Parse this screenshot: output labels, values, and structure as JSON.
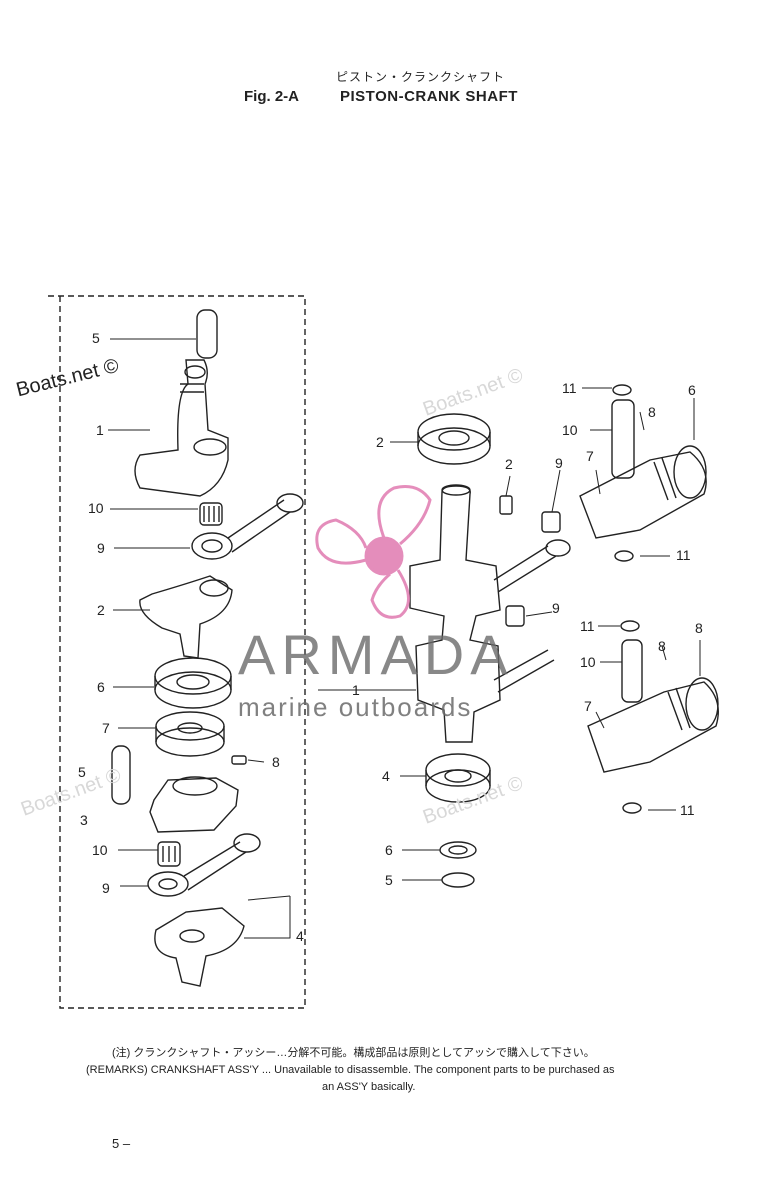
{
  "header": {
    "title_jp": "ピストン・クランクシャフト",
    "fig_label": "Fig. 2-A",
    "title_en": "PISTON-CRANK SHAFT"
  },
  "watermarks": {
    "boats_net": "Boats.net ©",
    "brand": "ARMADA",
    "tagline": "marine outboards"
  },
  "callouts": {
    "left": [
      "5",
      "1",
      "10",
      "9",
      "2",
      "6",
      "7",
      "8",
      "5",
      "3",
      "10",
      "9",
      "4"
    ],
    "right": [
      "2",
      "2",
      "9",
      "11",
      "10",
      "8",
      "6",
      "7",
      "11",
      "9",
      "11",
      "10",
      "8",
      "8",
      "7",
      "1",
      "4",
      "6",
      "5",
      "11"
    ]
  },
  "remarks": {
    "jp": "(注) クランクシャフト・アッシー…分解不可能。構成部品は原則としてアッシで購入して下さい。",
    "en": "(REMARKS) CRANKSHAFT ASS'Y ... Unavailable to disassemble. The component parts to be purchased as",
    "en2": "an ASS'Y basically."
  },
  "page_number": "5 –",
  "colors": {
    "line": "#222222",
    "brand_pink": "#e07ab0",
    "brand_gray": "#6b6b6b"
  }
}
